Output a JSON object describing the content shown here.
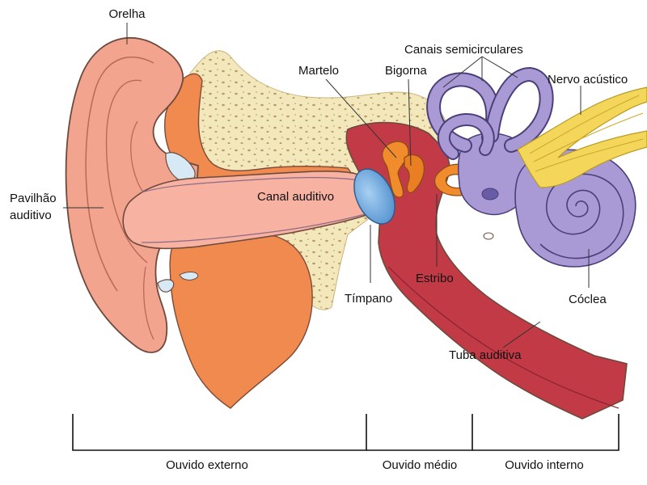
{
  "labels": {
    "orelha": "Orelha",
    "pavilhao_line1": "Pavilhão",
    "pavilhao_line2": "auditivo",
    "canal_auditivo": "Canal auditivo",
    "martelo": "Martelo",
    "bigorna": "Bigorna",
    "canais_semicirculares": "Canais semicirculares",
    "nervo_acustico": "Nervo acústico",
    "timpano": "Tímpano",
    "estribo": "Estribo",
    "coclea": "Cóclea",
    "tuba_auditiva": "Tuba auditiva"
  },
  "sections": {
    "externo": "Ouvido externo",
    "medio": "Ouvido médio",
    "interno": "Ouvido interno"
  },
  "colors": {
    "skin": "#f2a48f",
    "skin_dark": "#e07f6c",
    "tissue": "#f08a4e",
    "bone": "#f2e6b8",
    "canal": "#c53a4a",
    "inner_ear": "#a99ad6",
    "nerve": "#f3d65a",
    "eardrum": "#6aa7dd",
    "ossicle": "#f08c2c"
  }
}
